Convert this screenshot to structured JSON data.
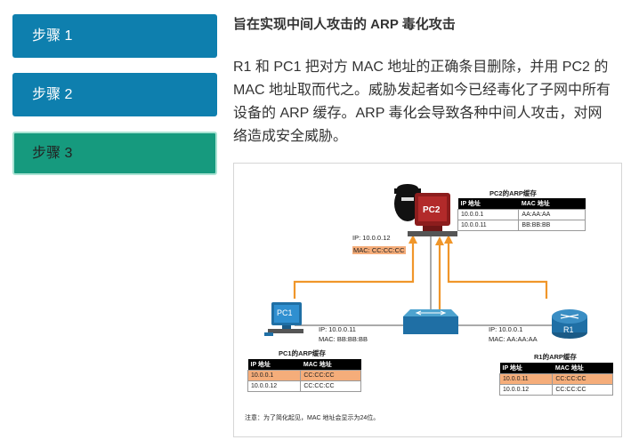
{
  "steps": [
    {
      "label": "步骤 1"
    },
    {
      "label": "步骤 2"
    },
    {
      "label": "步骤 3"
    }
  ],
  "content": {
    "title": "旨在实现中间人攻击的 ARP 毒化攻击",
    "paragraph": "R1 和 PC1 把对方 MAC 地址的正确条目删除，并用 PC2 的 MAC 地址取而代之。威胁发起者如今已经毒化了子网中所有设备的 ARP 缓存。ARP 毒化会导致各种中间人攻击，对网络造成安全威胁。"
  },
  "figure": {
    "pc2": {
      "label": "PC2",
      "ip": "IP: 10.0.0.12",
      "mac": "MAC: CC:CC:CC"
    },
    "pc1": {
      "label": "PC1",
      "ip": "IP: 10.0.0.11",
      "mac": "MAC: BB:BB:BB"
    },
    "r1": {
      "label": "R1",
      "ip": "IP: 10.0.0.1",
      "mac": "MAC: AA:AA:AA"
    },
    "pc2_cache": {
      "title": "PC2的ARP缓存",
      "headers": [
        "IP 地址",
        "MAC 地址"
      ],
      "rows": [
        [
          "10.0.0.1",
          "AA:AA:AA"
        ],
        [
          "10.0.0.11",
          "BB:BB:BB"
        ]
      ]
    },
    "pc1_cache": {
      "title": "PC1的ARP缓存",
      "headers": [
        "IP 地址",
        "MAC 地址"
      ],
      "rows": [
        [
          "10.0.0.1",
          "CC:CC:CC"
        ],
        [
          "10.0.0.12",
          "CC:CC:CC"
        ]
      ]
    },
    "r1_cache": {
      "title": "R1的ARP缓存",
      "headers": [
        "IP 地址",
        "MAC 地址"
      ],
      "rows": [
        [
          "10.0.0.11",
          "CC:CC:CC"
        ],
        [
          "10.0.0.12",
          "CC:CC:CC"
        ]
      ]
    },
    "note": "注意：为了简化起见，MAC 地址会显示为24位。",
    "colors": {
      "highlight": "#f5ad7a",
      "arrow": "#f0962a",
      "device_blue": "#1f6fa5"
    }
  }
}
